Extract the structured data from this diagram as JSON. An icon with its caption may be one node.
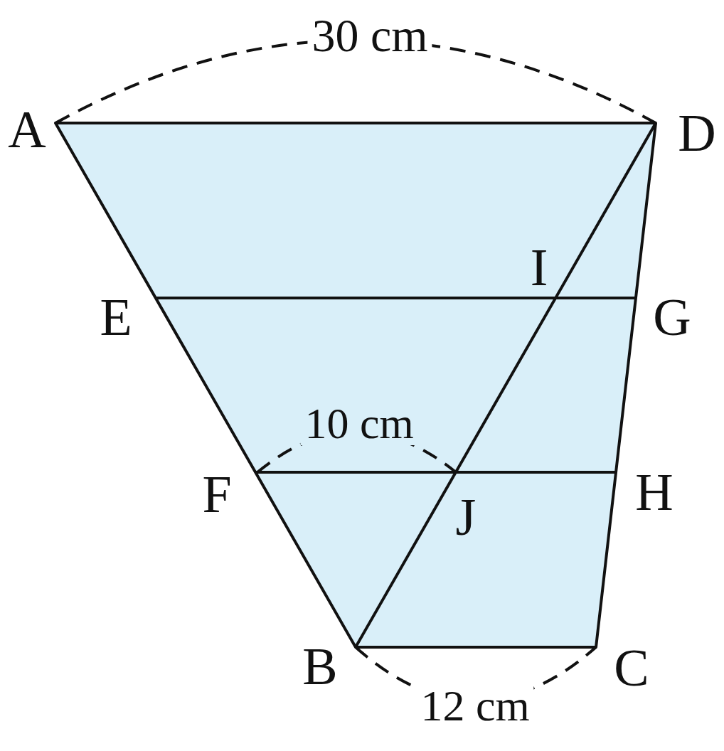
{
  "diagram": {
    "labels": [
      "30 cm",
      "A",
      "D",
      "I",
      "E",
      "G",
      "10 cm",
      "F",
      "J",
      "H",
      "B",
      "C",
      "12 cm"
    ]
  }
}
